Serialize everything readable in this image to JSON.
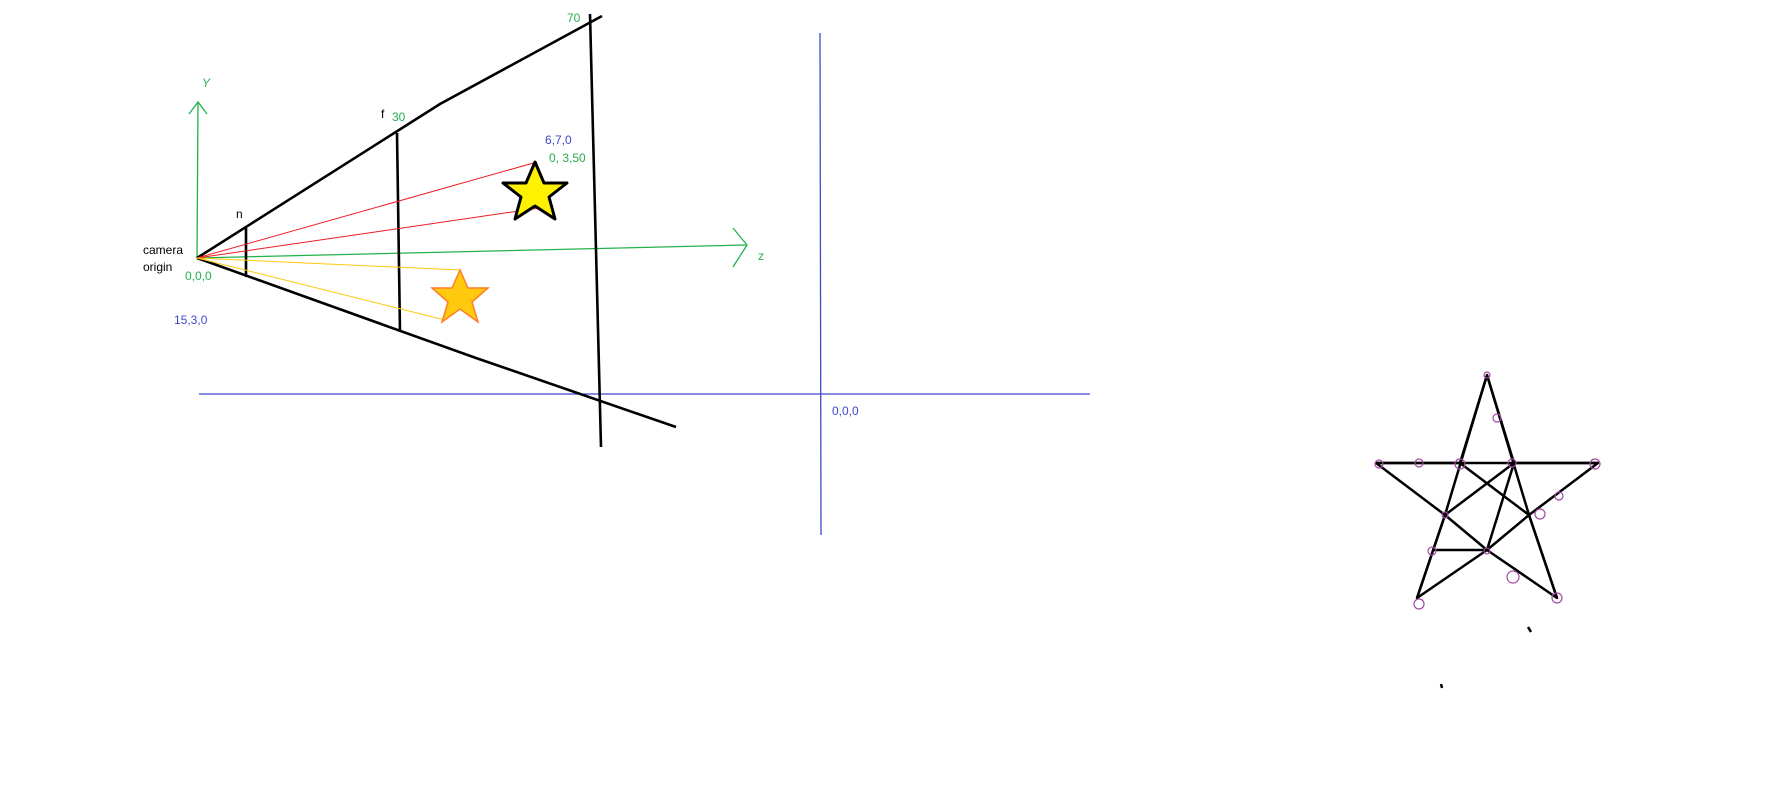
{
  "labels": {
    "y_axis": "Y",
    "z_axis": "z",
    "near": "n",
    "far_letter": "f",
    "far_value": "30",
    "back_value": "70",
    "camera_line1": "camera",
    "camera_line2": "origin",
    "camera_coords": "0,0,0",
    "camera_world": "15,3,0",
    "star_world": "6,7,0",
    "star_camera": "0, 3,50",
    "world_origin": "0,0,0"
  },
  "colors": {
    "outline": "#000000",
    "camera_axes": "#22b14c",
    "world_axes": "#3f48cc",
    "red_rays": "#ed1c24",
    "yellow_rays": "#ffc90e",
    "yellow_star": "#fff200",
    "orange_star": "#ffc90e",
    "orange_star_stroke": "#ff7f27",
    "vertex_marks": "#a349a4"
  },
  "icons": [
    "yellow-star-icon",
    "orange-star-icon",
    "triangulated-star-icon"
  ]
}
